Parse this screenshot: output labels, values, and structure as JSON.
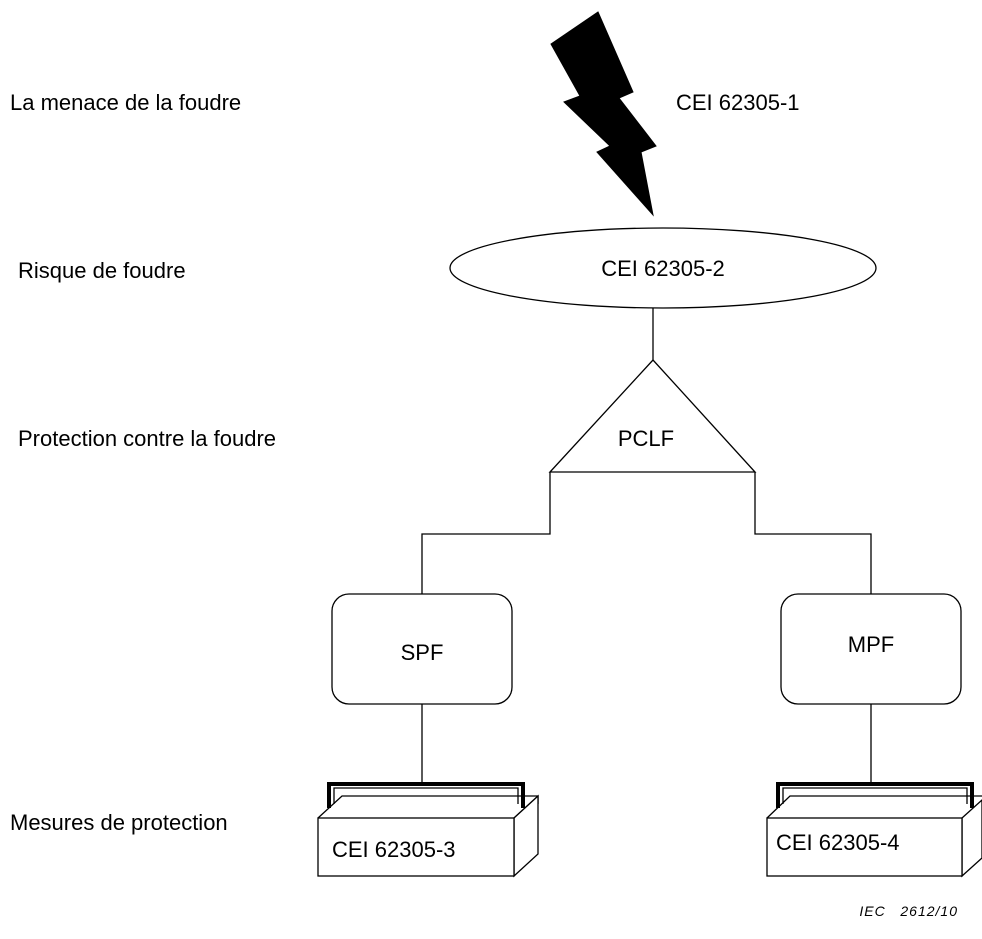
{
  "levels": {
    "threat": "La menace de la foudre",
    "risk": "Risque de foudre",
    "protection": "Protection contre la foudre",
    "measures": "Mesures de protection"
  },
  "nodes": {
    "part1": "CEI 62305-1",
    "part2": "CEI 62305-2",
    "pclf": "PCLF",
    "spf": "SPF",
    "mpf": "MPF",
    "part3": "CEI 62305-3",
    "part4": "CEI 62305-4"
  },
  "figure_id": "IEC   2612/10"
}
